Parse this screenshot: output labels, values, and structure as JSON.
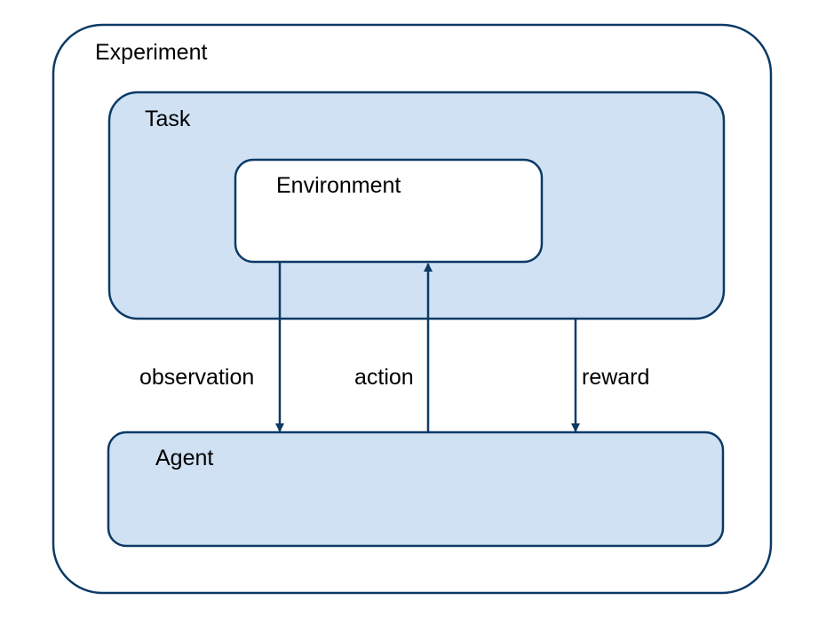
{
  "diagram": {
    "colors": {
      "stroke": "#0c3a66",
      "fill_blue": "#cfe1f3",
      "fill_white": "#ffffff",
      "text": "#000000"
    },
    "nodes": {
      "experiment": {
        "label": "Experiment"
      },
      "task": {
        "label": "Task"
      },
      "environment": {
        "label": "Environment"
      },
      "agent": {
        "label": "Agent"
      }
    },
    "edges": {
      "observation": {
        "label": "observation",
        "from": "environment",
        "to": "agent"
      },
      "action": {
        "label": "action",
        "from": "agent",
        "to": "environment"
      },
      "reward": {
        "label": "reward",
        "from": "task",
        "to": "agent"
      }
    }
  }
}
